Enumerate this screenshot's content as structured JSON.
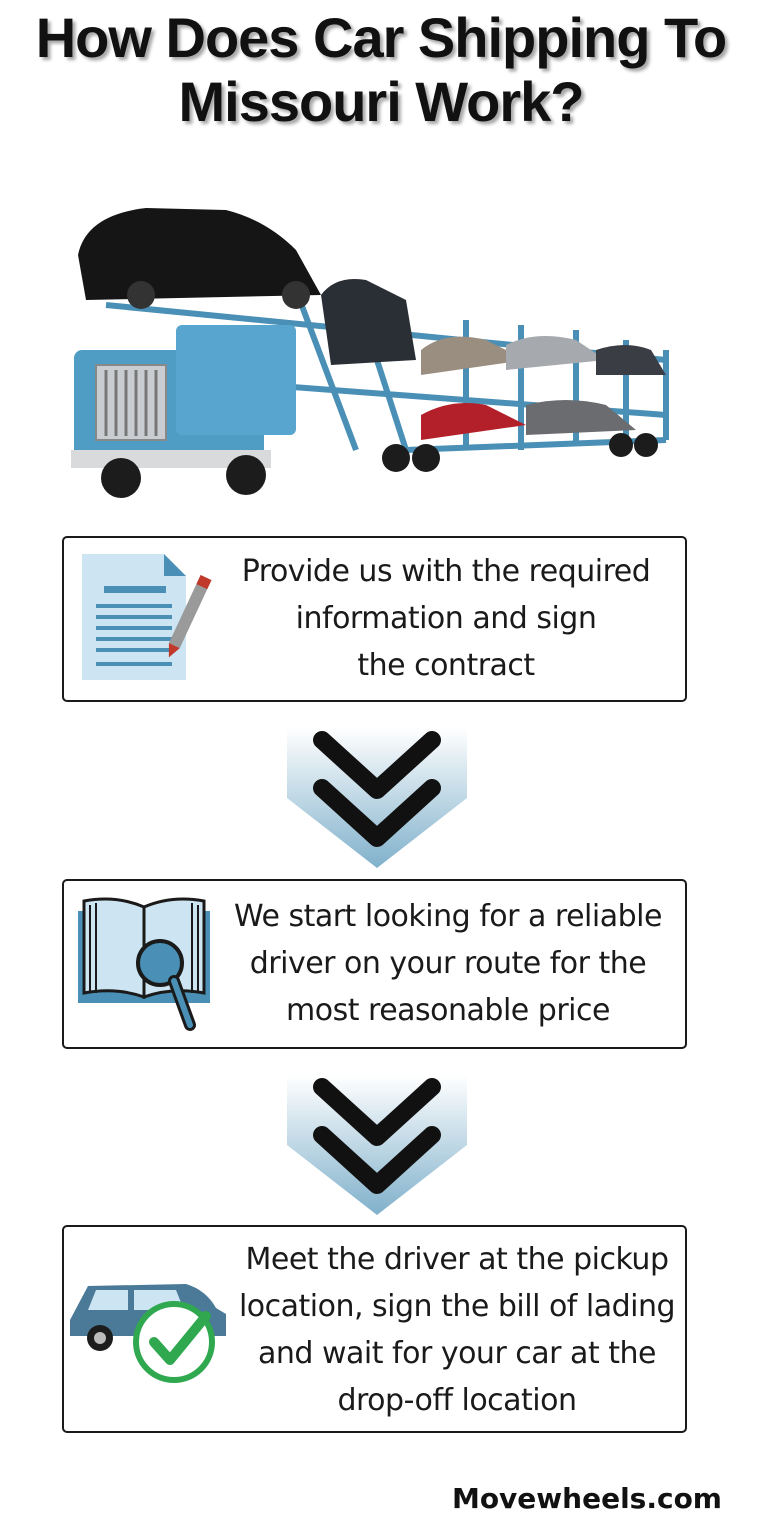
{
  "title": {
    "line1": "How Does Car Shipping To",
    "line2": "Missouri Work?"
  },
  "steps": [
    {
      "icon": "document-pen-icon",
      "lines": [
        "Provide us with the required",
        "information and sign",
        "the contract"
      ]
    },
    {
      "icon": "book-magnifier-icon",
      "lines": [
        "We start looking for a reliable",
        "driver on your route for the",
        "most reasonable price"
      ]
    },
    {
      "icon": "car-checkmark-icon",
      "lines": [
        "Meet the driver at the pickup",
        "location, sign the bill of lading",
        "and wait for your car at the",
        "drop-off location"
      ]
    }
  ],
  "footer": {
    "brand": "Movewheels.com"
  },
  "colors": {
    "accent_blue": "#4a8fb5",
    "light_blue": "#cde4f2",
    "check_green": "#2fa84f",
    "text": "#1a1a1a"
  }
}
